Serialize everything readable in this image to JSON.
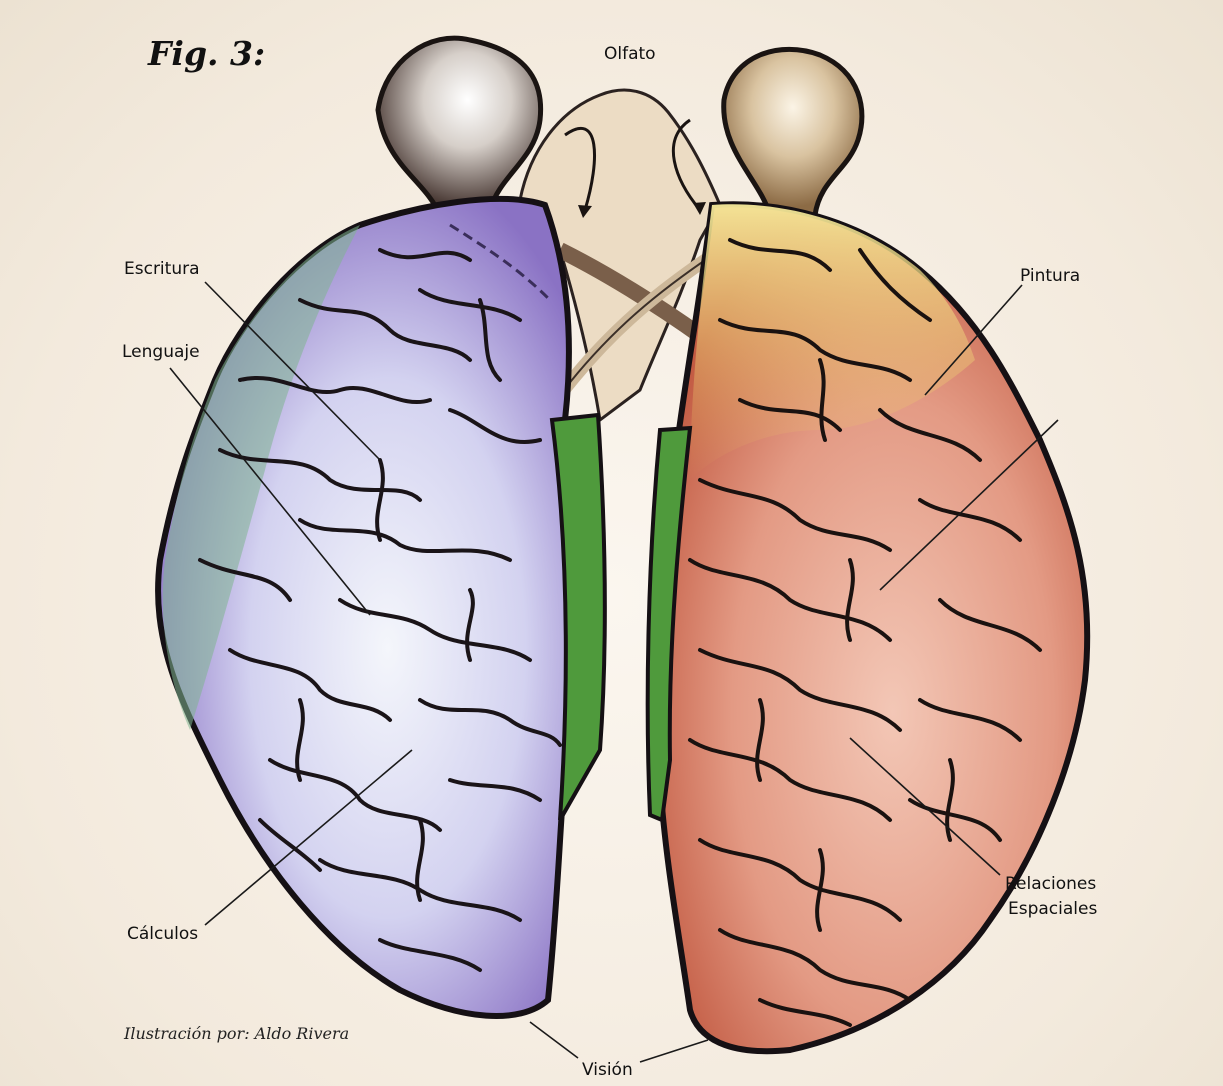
{
  "figure": {
    "title": "Fig. 3:",
    "credit": "Ilustración por: Aldo Rivera"
  },
  "labels": {
    "olfato": "Olfato",
    "escritura": "Escritura",
    "lenguaje": "Lenguaje",
    "pintura": "Pintura",
    "calculos": "Cálculos",
    "relaciones_line1": "Relaciones",
    "relaciones_line2": "Espaciales",
    "vision": "Visión"
  },
  "colors": {
    "left_hemisphere": "#c9c6ec",
    "left_hemisphere_dark": "#6a52a8",
    "left_temporal": "#7fb58f",
    "right_hemisphere": "#e7a08e",
    "right_hemisphere_dark": "#b8432f",
    "right_frontal": "#f1d873",
    "midline_strip": "#4f9a3c",
    "olfactory": "#e9d6bd",
    "left_bulb": "#5b4a44",
    "right_bulb": "#a88a61"
  }
}
